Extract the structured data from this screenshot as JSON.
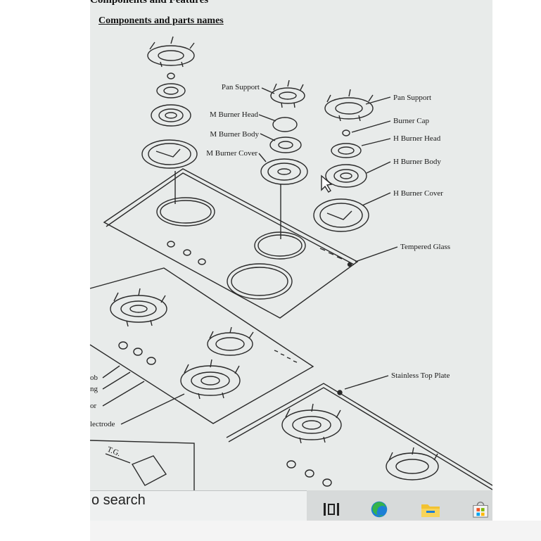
{
  "document": {
    "title": "Components and Features",
    "subtitle": "Components and parts names"
  },
  "labels": {
    "pan_support_1": "Pan Support",
    "m_burner_head": "M Burner Head",
    "m_burner_body": "M Burner Body",
    "m_burner_cover": "M Burner Cover",
    "pan_support_2": "Pan Support",
    "burner_cap": "Burner Cap",
    "h_burner_head": "H Burner Head",
    "h_burner_body": "H Burner Body",
    "h_burner_cover": "H Burner Cover",
    "tempered_glass": "Tempered Glass",
    "stainless_top_plate": "Stainless Top Plate",
    "knob_partial": "ob",
    "ring_partial": "ng",
    "or_partial": "or",
    "electrode_partial": "lectrode",
    "tg_label": "T.G."
  },
  "taskbar": {
    "search_text": "o search",
    "icons": [
      "task-view-icon",
      "edge-icon",
      "file-explorer-icon",
      "store-icon"
    ]
  },
  "colors": {
    "page_background": "#e8ebea",
    "line_color": "#2a2a2a",
    "taskbar": "#d7dada",
    "edge_blue": "#1c7fd6",
    "edge_green": "#36b34a",
    "folder_yellow": "#f2c231"
  }
}
